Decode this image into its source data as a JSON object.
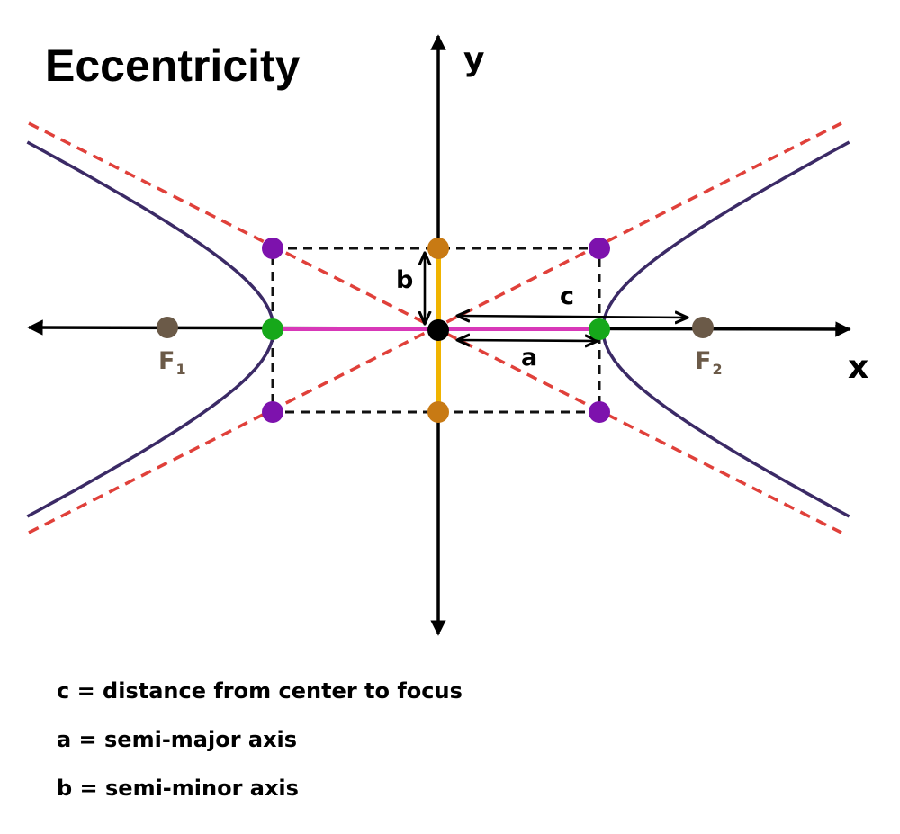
{
  "title": "Eccentricity",
  "axes": {
    "x_label": "x",
    "y_label": "y"
  },
  "segment_labels": {
    "a": "a",
    "b": "b",
    "c": "c"
  },
  "foci": [
    {
      "letter": "F",
      "subscript": "1"
    },
    {
      "letter": "F",
      "subscript": "2"
    }
  ],
  "legend": [
    "c = distance from center to focus",
    "a = semi-major axis",
    "b = semi-minor axis"
  ],
  "colors": {
    "hyperbola": "#3b2a66",
    "asymptote": "#e0403a",
    "box": "#111111",
    "vertex": "#16a81a",
    "co_vertex": "#c87a14",
    "box_corner": "#7d12ad",
    "focus": "#6b5a48",
    "center": "#000000",
    "semi_major": "#d838b8",
    "semi_minor": "#f0b400",
    "axis": "#000000"
  }
}
